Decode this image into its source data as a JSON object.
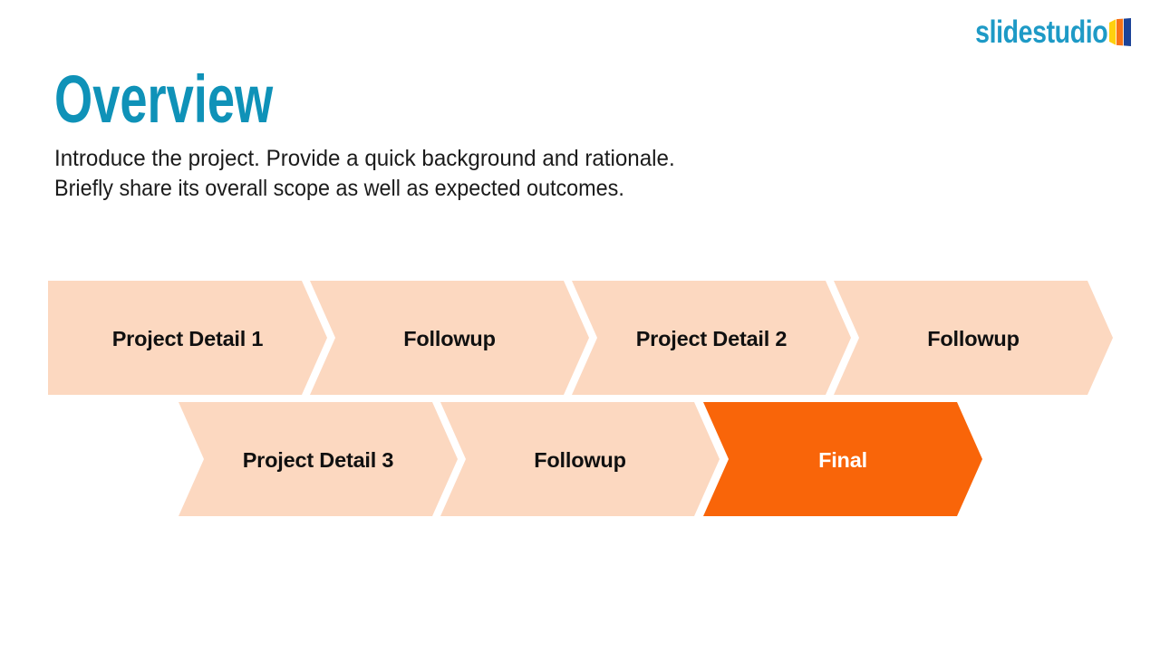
{
  "logo": {
    "text": "slidestudio",
    "icon": "fanned-pages-icon",
    "text_color": "#1e9ac6",
    "icon_colors": [
      "#ffd00e",
      "#f97316",
      "#1c4398"
    ]
  },
  "slide": {
    "title": "Overview",
    "description_lines": [
      "Introduce the project. Provide a quick background and rationale.",
      "Briefly share its overall scope as well as expected outcomes."
    ]
  },
  "process": {
    "rows": [
      {
        "steps": [
          {
            "label": "Project Detail 1",
            "highlighted": false
          },
          {
            "label": "Followup",
            "highlighted": false
          },
          {
            "label": "Project Detail 2",
            "highlighted": false
          },
          {
            "label": "Followup",
            "highlighted": false
          }
        ]
      },
      {
        "steps": [
          {
            "label": "Project Detail 3",
            "highlighted": false
          },
          {
            "label": "Followup",
            "highlighted": false
          },
          {
            "label": "Final",
            "highlighted": true
          }
        ]
      }
    ]
  },
  "colors": {
    "step_fill": "#fcd8c0",
    "step_highlight": "#f96509",
    "title": "#0f92b8",
    "body_text": "#1b1b1b",
    "label_text": "#101010",
    "highlight_label_text": "#ffffff"
  }
}
